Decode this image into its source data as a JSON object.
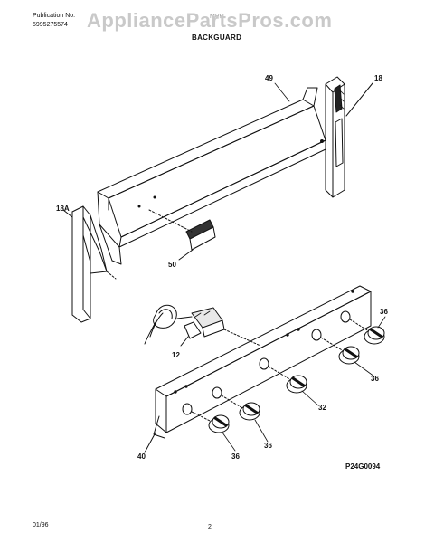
{
  "header": {
    "publication_label": "Publication No.",
    "publication_number": "5995275574",
    "model_partial": "MPF",
    "watermark": "AppliancePartsPros.com",
    "section_title": "BACKGUARD"
  },
  "callouts": {
    "c49": "49",
    "c18": "18",
    "c18a": "18A",
    "c50": "50",
    "c36a": "36",
    "c12": "12",
    "c36b": "36",
    "c32": "32",
    "c40": "40",
    "c36c": "36",
    "c36d": "36"
  },
  "drawing_code": "P24G0094",
  "footer": {
    "date": "01/96",
    "page": "2"
  }
}
